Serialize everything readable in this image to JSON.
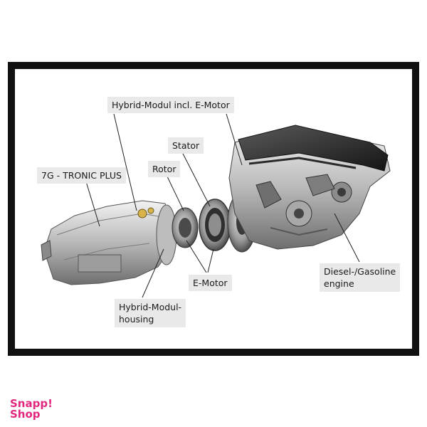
{
  "labels": {
    "hybrid_modul_e_motor": "Hybrid-Modul incl. E-Motor",
    "stator": "Stator",
    "rotor": "Rotor",
    "tronic": "7G - TRONIC PLUS",
    "e_motor": "E-Motor",
    "hybrid_housing_line1": "Hybrid-Modul-",
    "hybrid_housing_line2": "housing",
    "engine_line1": "Diesel-/Gasoline",
    "engine_line2": "engine"
  },
  "brand": {
    "line1": "Snapp!",
    "line2": "Shop"
  },
  "colors": {
    "frame": "#111111",
    "brand": "#e3267e",
    "label_bg": "#e9e9e9"
  }
}
